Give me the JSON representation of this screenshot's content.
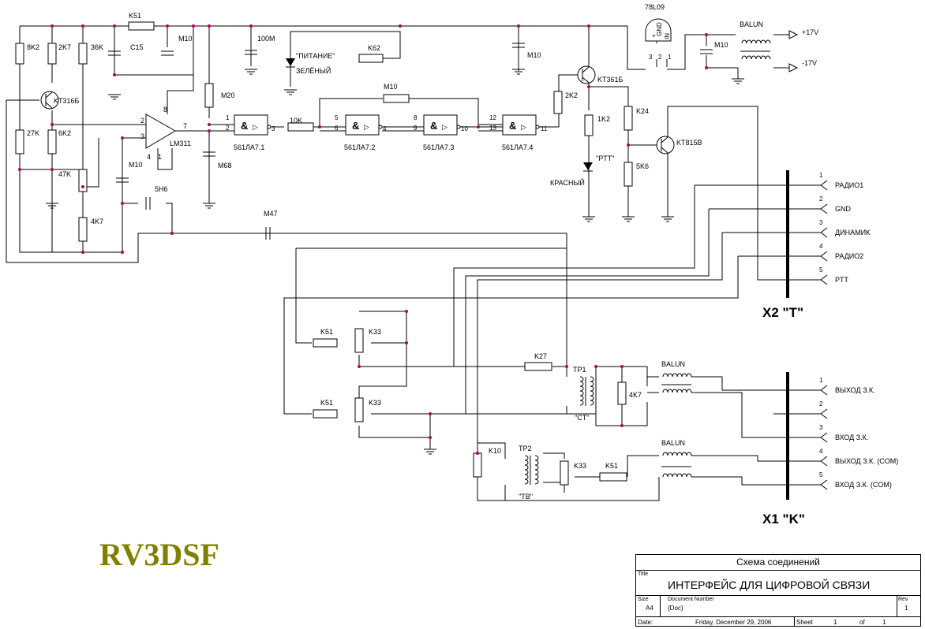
{
  "colors": {
    "wire": "#000000",
    "junction": "#b0006a",
    "brand": "#808000"
  },
  "brand": "RV3DSF",
  "title_block": {
    "heading": "Схема соединений",
    "title_label": "Title",
    "title": "ИНТЕРФЕЙС ДЛЯ ЦИФРОВОЙ СВЯЗИ",
    "size_label": "Size",
    "size": "A4",
    "docnum_label": "Document Number",
    "docnum": "{Doc}",
    "rev_label": "Rev",
    "rev": "1",
    "date_label": "Date:",
    "date": "Friday, December 29, 2006",
    "sheet_label": "Sheet",
    "sheet": "1",
    "of_label": "of",
    "of": "1"
  },
  "components": {
    "r_k51_top": "K51",
    "r_8k2": "8K2",
    "r_2k7": "2K7",
    "r_36k": "36K",
    "c_c15": "C15",
    "c_m10_a": "M10",
    "q_kt316": "KT316Б",
    "r_27k": "27K",
    "r_6k2": "6K2",
    "r_47k": "47K",
    "r_4k7_a": "4K7",
    "u_lm311": "LM311",
    "c_m10_b": "M10",
    "c_5h6": "5H6",
    "r_m20": "M20",
    "c_m68": "M68",
    "c_100m": "100M",
    "led_power": "\"ПИТАНИЕ\"",
    "led_green": "ЗЕЛЁНЫЙ",
    "r_k62": "K62",
    "g1": "561ЛА7.1",
    "g2": "561ЛА7.2",
    "g3": "561ЛА7.3",
    "g4": "561ЛА7.4",
    "r_10k": "10K",
    "r_m10_fb": "M10",
    "c_m10_c": "M10",
    "q_kt361": "KT361Б",
    "r_2k2": "2K2",
    "r_1k2": "1K2",
    "led_ptt": "\"PTT\"",
    "led_red": "КРАСНЫЙ",
    "r_k24": "K24",
    "r_5k6": "5K6",
    "q_kt815": "KT815В",
    "reg_78l09": "78L09",
    "reg_gnd": "GND",
    "reg_in": "IN",
    "c_m10_d": "M10",
    "balun_pwr": "BALUN",
    "v_plus": "+17V",
    "v_minus": "-17V",
    "c_m47": "M47",
    "r_k51_1": "K51",
    "r_k33_1": "K33",
    "r_k51_2": "K51",
    "r_k33_2": "K33",
    "r_k27": "K27",
    "tp1": "TP1",
    "tp1_name": "\"CT\"",
    "r_4k7_b": "4K7",
    "balun_1": "BALUN",
    "r_k10": "K10",
    "tp2": "TP2",
    "tp2_name": "\"TB\"",
    "r_k33_3": "K33",
    "r_k51_3": "K51",
    "balun_2": "BALUN"
  },
  "gate_symbol": "&",
  "gate_triangle": "▷",
  "pins": {
    "u2": "2",
    "u3": "3",
    "u7": "7",
    "u8": "8",
    "u4": "4",
    "u1": "1",
    "g1a": "1",
    "g1b": "2",
    "g1o": "3",
    "g2a": "5",
    "g2b": "6",
    "g2o": "4",
    "g3a": "8",
    "g3b": "9",
    "g3o": "10",
    "g4a": "12",
    "g4b": "13",
    "g4o": "11",
    "reg1": "1",
    "reg2": "2",
    "reg3": "3"
  },
  "connector_x2": {
    "label": "X2 \"T\"",
    "pins": [
      {
        "num": "1",
        "name": "РАДИО1"
      },
      {
        "num": "2",
        "name": "GND"
      },
      {
        "num": "3",
        "name": "ДИНАМИК"
      },
      {
        "num": "4",
        "name": "РАДИО2"
      },
      {
        "num": "5",
        "name": "PTT"
      }
    ]
  },
  "connector_x1": {
    "label": "X1 \"K\"",
    "pins": [
      {
        "num": "1",
        "name": "ВЫХОД З.К."
      },
      {
        "num": "2",
        "name": ""
      },
      {
        "num": "3",
        "name": "ВХОД З.К."
      },
      {
        "num": "4",
        "name": "ВЫХОД З.К. (COM)"
      },
      {
        "num": "5",
        "name": "ВХОД З.К. (COM)"
      }
    ]
  }
}
